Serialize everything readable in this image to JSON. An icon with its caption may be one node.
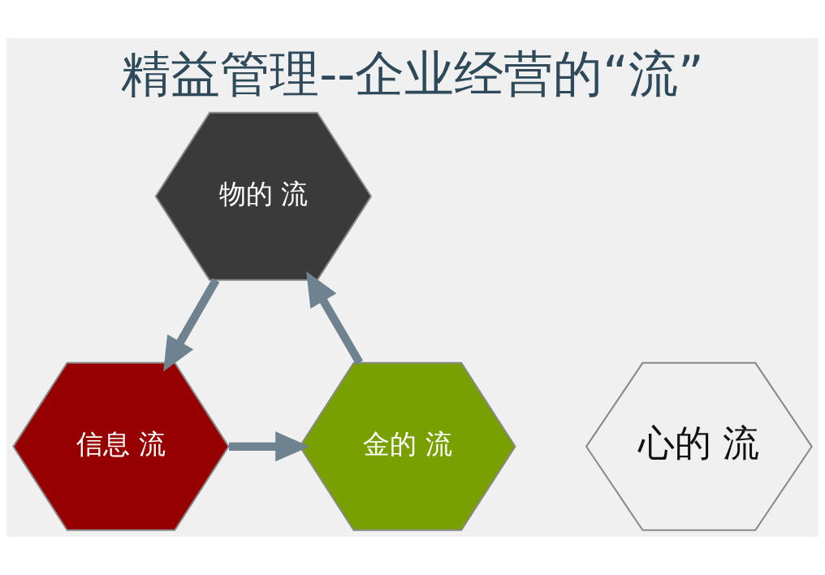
{
  "diagram": {
    "title": "精益管理--企业经营的“流”",
    "nodes": [
      {
        "text": [
          "物的 流"
        ]
      },
      {
        "text": [
          "心的 流"
        ]
      },
      {
        "text": [
          "金的 流"
        ]
      },
      {
        "text": [
          "信息 流"
        ]
      }
    ],
    "edges": [
      {
        "from": 0,
        "to": 3,
        "arrow": "to"
      },
      {
        "from": 3,
        "to": 2,
        "arrow": "to"
      },
      {
        "from": 2,
        "to": 0,
        "arrow": "to"
      }
    ]
  }
}
